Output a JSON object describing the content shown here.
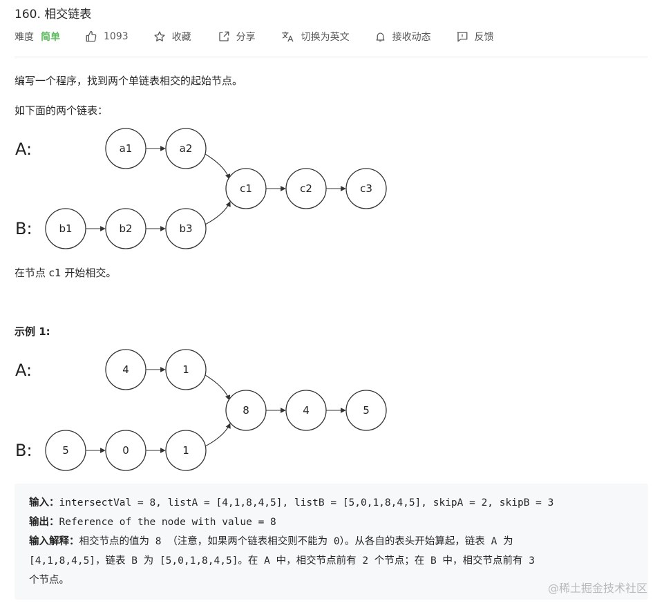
{
  "problem": {
    "title": "160. 相交链表",
    "difficulty_label": "难度",
    "difficulty": "简单",
    "likes": "1093",
    "favorite_label": "收藏",
    "share_label": "分享",
    "translate_label": "切换为英文",
    "notify_label": "接收动态",
    "feedback_label": "反馈"
  },
  "description": {
    "intro": "编写一个程序，找到两个单链表相交的起始节点。",
    "lead": "如下面的两个链表：",
    "after_figure": "在节点 c1 开始相交。",
    "example_heading": "示例 1:"
  },
  "figure1": {
    "label_a": "A:",
    "label_b": "B:",
    "list_a": [
      "a1",
      "a2"
    ],
    "list_b": [
      "b1",
      "b2",
      "b3"
    ],
    "shared": [
      "c1",
      "c2",
      "c3"
    ]
  },
  "figure2": {
    "label_a": "A:",
    "label_b": "B:",
    "list_a": [
      "4",
      "1"
    ],
    "list_b": [
      "5",
      "0",
      "1"
    ],
    "shared": [
      "8",
      "4",
      "5"
    ]
  },
  "example": {
    "input_label": "输入：",
    "input_value": "intersectVal = 8, listA = [4,1,8,4,5], listB = [5,0,1,8,4,5], skipA = 2, skipB = 3",
    "output_label": "输出：",
    "output_value": "Reference of the node with value = 8",
    "explain_label": "输入解释：",
    "explain_line1": "相交节点的值为 8 （注意，如果两个链表相交则不能为 0）。从各自的表头开始算起，链表 A 为",
    "explain_line2": "[4,1,8,4,5]，链表 B 为 [5,0,1,8,4,5]。在 A 中，相交节点前有 2 个节点；在 B 中，相交节点前有 3",
    "explain_line3": "个节点。"
  },
  "watermark": "@稀土掘金技术社区",
  "colors": {
    "easy": "#5cb85c",
    "text": "#262626",
    "muted": "#595959",
    "code_bg": "#f7f8fa"
  }
}
